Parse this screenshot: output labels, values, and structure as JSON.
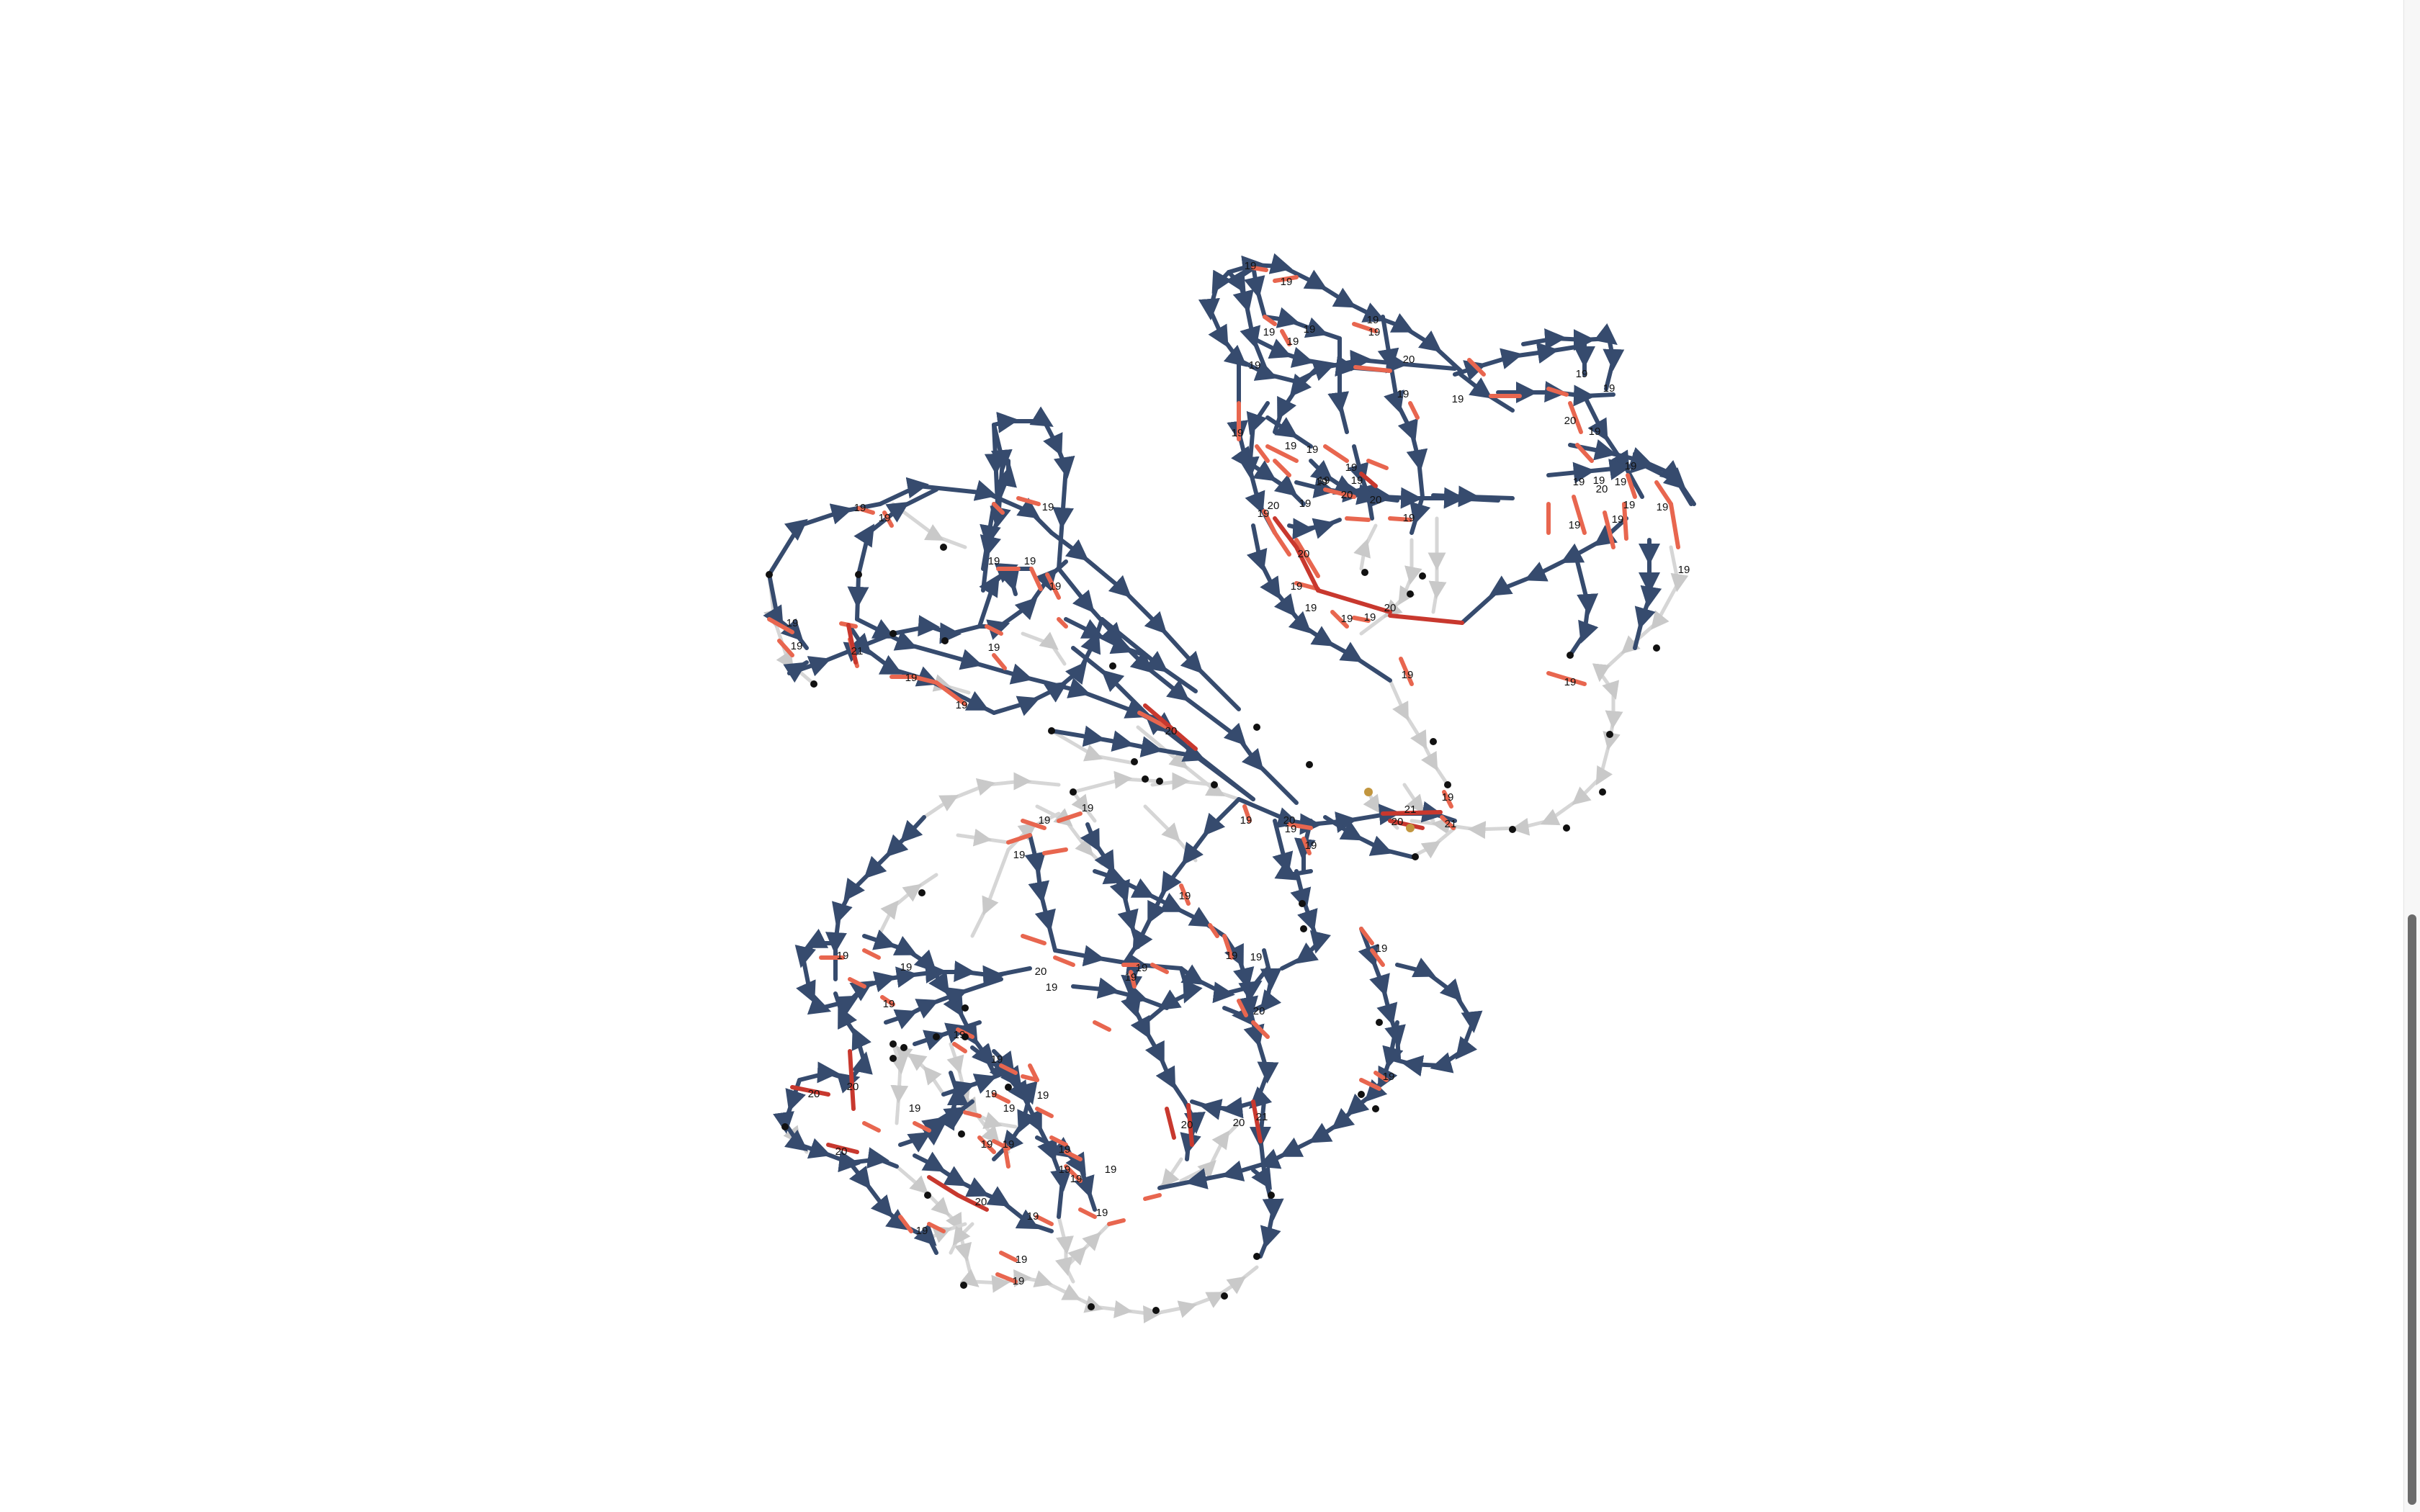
{
  "colors": {
    "background": "#ffffff",
    "main_edge": "#364b6e",
    "light_edge": "#d6d6d6",
    "hot_edge": "#e8664f",
    "hotter_edge": "#c8382e",
    "node": "#111111",
    "special_node": "#c2963f",
    "scroll_thumb": "#6b6b6b"
  },
  "edge_labels": [
    "19",
    "20",
    "21"
  ]
}
